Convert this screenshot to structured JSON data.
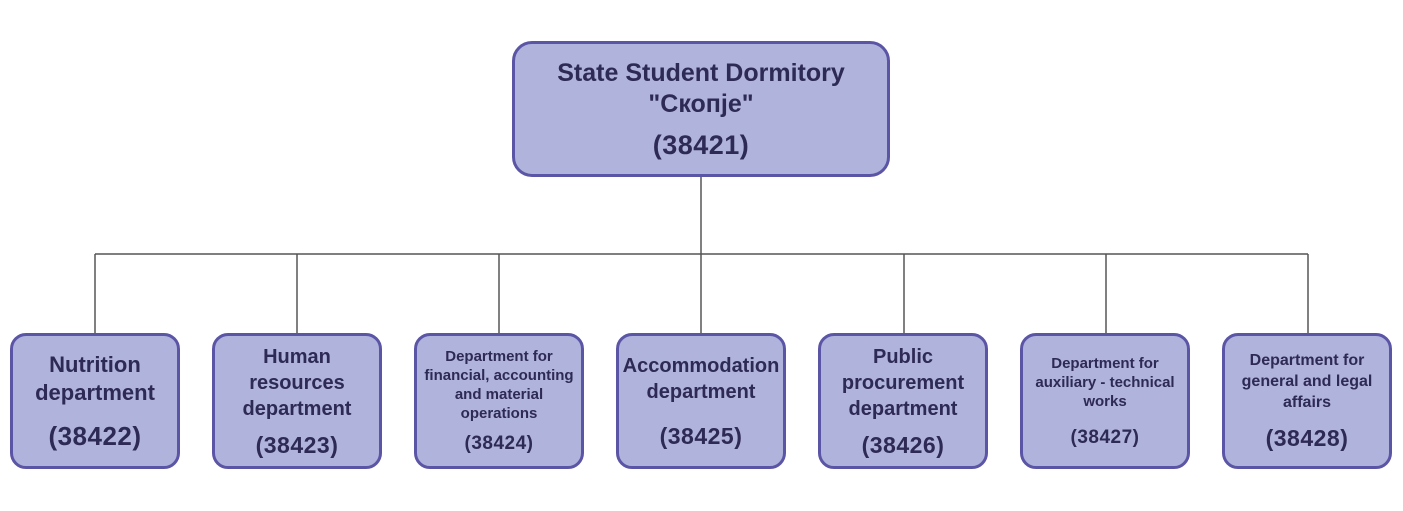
{
  "root": {
    "title": "State Student Dormitory\n\"Скопје\"",
    "code": "(38421)"
  },
  "departments": [
    {
      "title": "Nutrition\ndepartment",
      "code": "(38422)"
    },
    {
      "title": "Human\nresources\ndepartment",
      "code": "(38423)"
    },
    {
      "title": "Department for\nfinancial, accounting\nand material\noperations",
      "code": "(38424)"
    },
    {
      "title": "Accommodation\ndepartment",
      "code": "(38425)"
    },
    {
      "title": "Public\nprocurement\ndepartment",
      "code": "(38426)"
    },
    {
      "title": "Department for\nauxiliary - technical\nworks",
      "code": "(38427)"
    },
    {
      "title": "Department for\ngeneral and legal\naffairs",
      "code": "(38428)"
    }
  ],
  "colors": {
    "node_fill": "#b0b3db",
    "node_border": "#5b55a6",
    "text": "#2e2a56",
    "connector": "#555555"
  }
}
